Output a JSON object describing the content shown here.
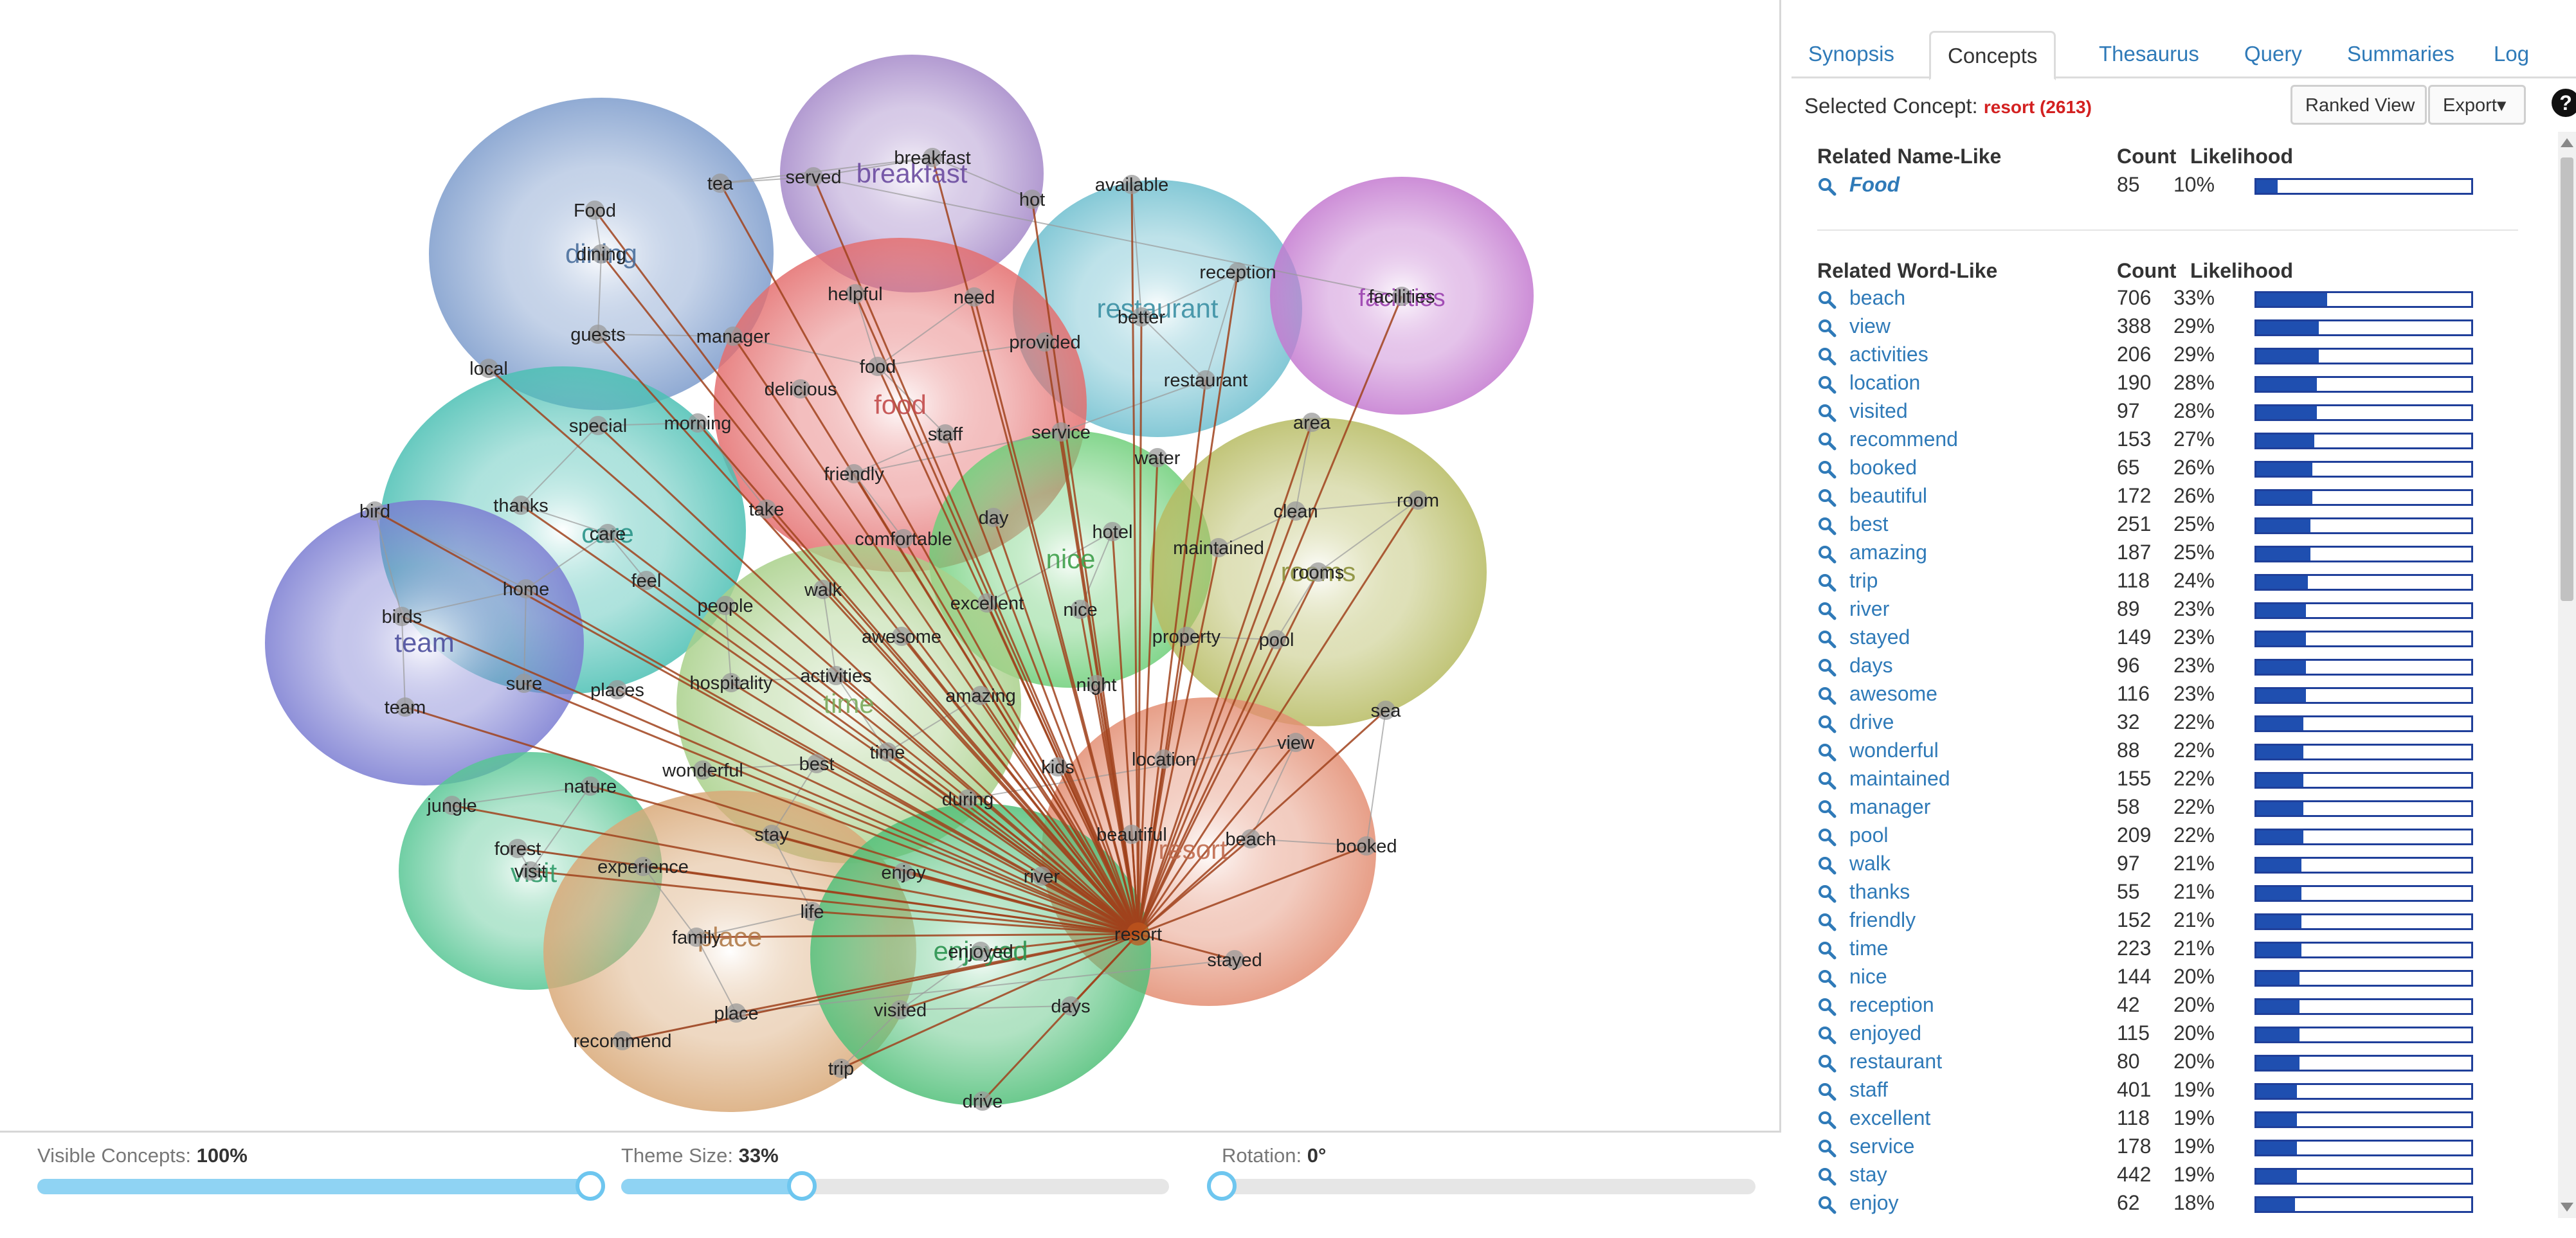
{
  "concept_map": {
    "themes": [
      {
        "label": "breakfast",
        "color": "#a589c9",
        "text_color": "#6a4aa0"
      },
      {
        "label": "dining",
        "color": "#7d9ccc",
        "text_color": "#4a6f9c"
      },
      {
        "label": "restaurant",
        "color": "#6fbfcf",
        "text_color": "#3a8fa3"
      },
      {
        "label": "facilities",
        "color": "#c47ad0",
        "text_color": "#9a3fae"
      },
      {
        "label": "food",
        "color": "#e46e6e",
        "text_color": "#c24a4a"
      },
      {
        "label": "care",
        "color": "#4cc0b4",
        "text_color": "#2a9488"
      },
      {
        "label": "nice",
        "color": "#6fcf7a",
        "text_color": "#3ea04a"
      },
      {
        "label": "rooms",
        "color": "#b7bb62",
        "text_color": "#8b8f3a"
      },
      {
        "label": "team",
        "color": "#7b7dd2",
        "text_color": "#4a4c9c"
      },
      {
        "label": "time",
        "color": "#a9d08a",
        "text_color": "#7aa85a"
      },
      {
        "label": "resort",
        "color": "#e38e73",
        "text_color": "#c06a4e"
      },
      {
        "label": "visit",
        "color": "#57c694",
        "text_color": "#2f9b69"
      },
      {
        "label": "place",
        "color": "#d9a978",
        "text_color": "#b07a48"
      },
      {
        "label": "enjoyed",
        "color": "#52c07a",
        "text_color": "#2a944f"
      }
    ],
    "concepts": [
      "breakfast",
      "tea",
      "served",
      "hot",
      "available",
      "Food",
      "dining",
      "helpful",
      "need",
      "reception",
      "better",
      "restaurant",
      "facilities",
      "guests",
      "manager",
      "food",
      "provided",
      "local",
      "delicious",
      "special",
      "morning",
      "staff",
      "service",
      "area",
      "water",
      "care",
      "thanks",
      "take",
      "friendly",
      "clean",
      "room",
      "bird",
      "day",
      "hotel",
      "maintained",
      "rooms",
      "home",
      "feel",
      "people",
      "walk",
      "comfortable",
      "excellent",
      "nice",
      "birds",
      "team",
      "awesome",
      "property",
      "pool",
      "sure",
      "places",
      "hospitality",
      "activities",
      "amazing",
      "night",
      "sea",
      "time",
      "view",
      "jungle",
      "nature",
      "wonderful",
      "best",
      "kids",
      "location",
      "forest",
      "visit",
      "experience",
      "stay",
      "during",
      "beautiful",
      "beach",
      "booked",
      "enjoy",
      "river",
      "life",
      "family",
      "place",
      "enjoyed",
      "resort",
      "stayed",
      "recommend",
      "visited",
      "days",
      "trip",
      "drive"
    ]
  },
  "sliders": [
    {
      "label": "Visible Concepts:",
      "value": "100%",
      "fraction": 1.0
    },
    {
      "label": "Theme Size:",
      "value": "33%",
      "fraction": 0.33
    },
    {
      "label": "Rotation:",
      "value": "0°",
      "fraction": 0.0
    }
  ],
  "tabs": [
    "Synopsis",
    "Concepts",
    "Thesaurus",
    "Query",
    "Summaries",
    "Log"
  ],
  "active_tab": "Concepts",
  "selected": {
    "label": "Selected Concept:",
    "value": "resort (2613)"
  },
  "buttons": {
    "ranked_view": "Ranked View",
    "export": "Export▾",
    "help": "?"
  },
  "name_like": {
    "heading": "Related Name-Like",
    "count_header": "Count",
    "likelihood_header": "Likelihood",
    "rows": [
      {
        "term": "Food",
        "count": "85",
        "likelihood": "10%",
        "fraction": 0.1
      }
    ]
  },
  "word_like": {
    "heading": "Related Word-Like",
    "count_header": "Count",
    "likelihood_header": "Likelihood",
    "rows": [
      {
        "term": "beach",
        "count": "706",
        "likelihood": "33%",
        "fraction": 0.33
      },
      {
        "term": "view",
        "count": "388",
        "likelihood": "29%",
        "fraction": 0.29
      },
      {
        "term": "activities",
        "count": "206",
        "likelihood": "29%",
        "fraction": 0.29
      },
      {
        "term": "location",
        "count": "190",
        "likelihood": "28%",
        "fraction": 0.28
      },
      {
        "term": "visited",
        "count": "97",
        "likelihood": "28%",
        "fraction": 0.28
      },
      {
        "term": "recommend",
        "count": "153",
        "likelihood": "27%",
        "fraction": 0.27
      },
      {
        "term": "booked",
        "count": "65",
        "likelihood": "26%",
        "fraction": 0.26
      },
      {
        "term": "beautiful",
        "count": "172",
        "likelihood": "26%",
        "fraction": 0.26
      },
      {
        "term": "best",
        "count": "251",
        "likelihood": "25%",
        "fraction": 0.25
      },
      {
        "term": "amazing",
        "count": "187",
        "likelihood": "25%",
        "fraction": 0.25
      },
      {
        "term": "trip",
        "count": "118",
        "likelihood": "24%",
        "fraction": 0.24
      },
      {
        "term": "river",
        "count": "89",
        "likelihood": "23%",
        "fraction": 0.23
      },
      {
        "term": "stayed",
        "count": "149",
        "likelihood": "23%",
        "fraction": 0.23
      },
      {
        "term": "days",
        "count": "96",
        "likelihood": "23%",
        "fraction": 0.23
      },
      {
        "term": "awesome",
        "count": "116",
        "likelihood": "23%",
        "fraction": 0.23
      },
      {
        "term": "drive",
        "count": "32",
        "likelihood": "22%",
        "fraction": 0.22
      },
      {
        "term": "wonderful",
        "count": "88",
        "likelihood": "22%",
        "fraction": 0.22
      },
      {
        "term": "maintained",
        "count": "155",
        "likelihood": "22%",
        "fraction": 0.22
      },
      {
        "term": "manager",
        "count": "58",
        "likelihood": "22%",
        "fraction": 0.22
      },
      {
        "term": "pool",
        "count": "209",
        "likelihood": "22%",
        "fraction": 0.22
      },
      {
        "term": "walk",
        "count": "97",
        "likelihood": "21%",
        "fraction": 0.21
      },
      {
        "term": "thanks",
        "count": "55",
        "likelihood": "21%",
        "fraction": 0.21
      },
      {
        "term": "friendly",
        "count": "152",
        "likelihood": "21%",
        "fraction": 0.21
      },
      {
        "term": "time",
        "count": "223",
        "likelihood": "21%",
        "fraction": 0.21
      },
      {
        "term": "nice",
        "count": "144",
        "likelihood": "20%",
        "fraction": 0.2
      },
      {
        "term": "reception",
        "count": "42",
        "likelihood": "20%",
        "fraction": 0.2
      },
      {
        "term": "enjoyed",
        "count": "115",
        "likelihood": "20%",
        "fraction": 0.2
      },
      {
        "term": "restaurant",
        "count": "80",
        "likelihood": "20%",
        "fraction": 0.2
      },
      {
        "term": "staff",
        "count": "401",
        "likelihood": "19%",
        "fraction": 0.19
      },
      {
        "term": "excellent",
        "count": "118",
        "likelihood": "19%",
        "fraction": 0.19
      },
      {
        "term": "service",
        "count": "178",
        "likelihood": "19%",
        "fraction": 0.19
      },
      {
        "term": "stay",
        "count": "442",
        "likelihood": "19%",
        "fraction": 0.19
      },
      {
        "term": "enjoy",
        "count": "62",
        "likelihood": "18%",
        "fraction": 0.18
      }
    ]
  },
  "colors": {
    "link": "#2f7ab8",
    "selected": "#d32020",
    "bar": "#1f4fb0",
    "ray": "#a0421c"
  }
}
